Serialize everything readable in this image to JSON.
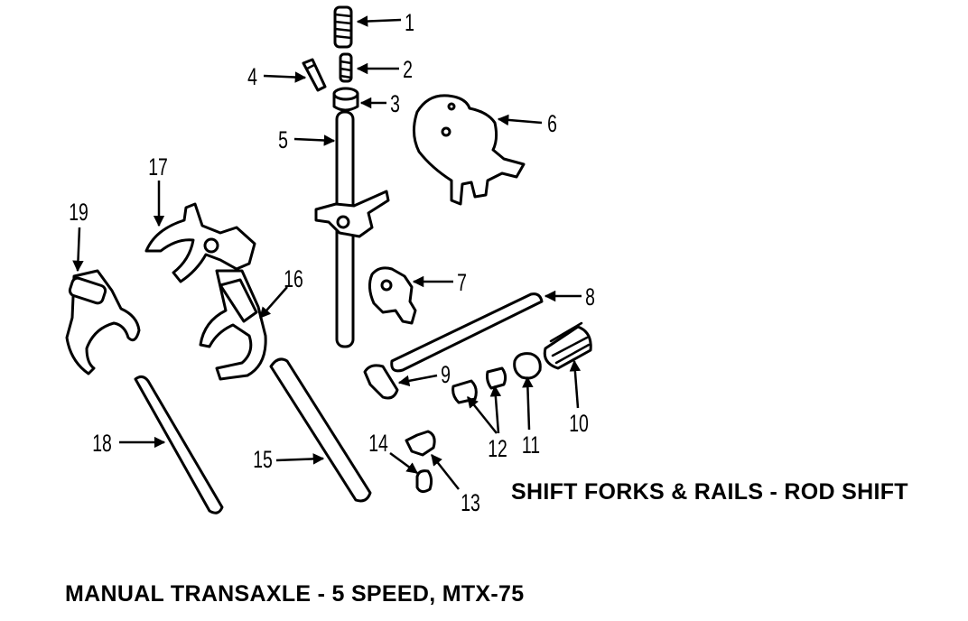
{
  "captions": {
    "subtitle": "SHIFT FORKS & RAILS - ROD SHIFT",
    "title": "MANUAL TRANSAXLE - 5 SPEED, MTX-75"
  },
  "callouts": [
    "1",
    "2",
    "3",
    "4",
    "5",
    "6",
    "7",
    "8",
    "9",
    "10",
    "11",
    "12",
    "13",
    "14",
    "15",
    "16",
    "17",
    "18",
    "19"
  ]
}
